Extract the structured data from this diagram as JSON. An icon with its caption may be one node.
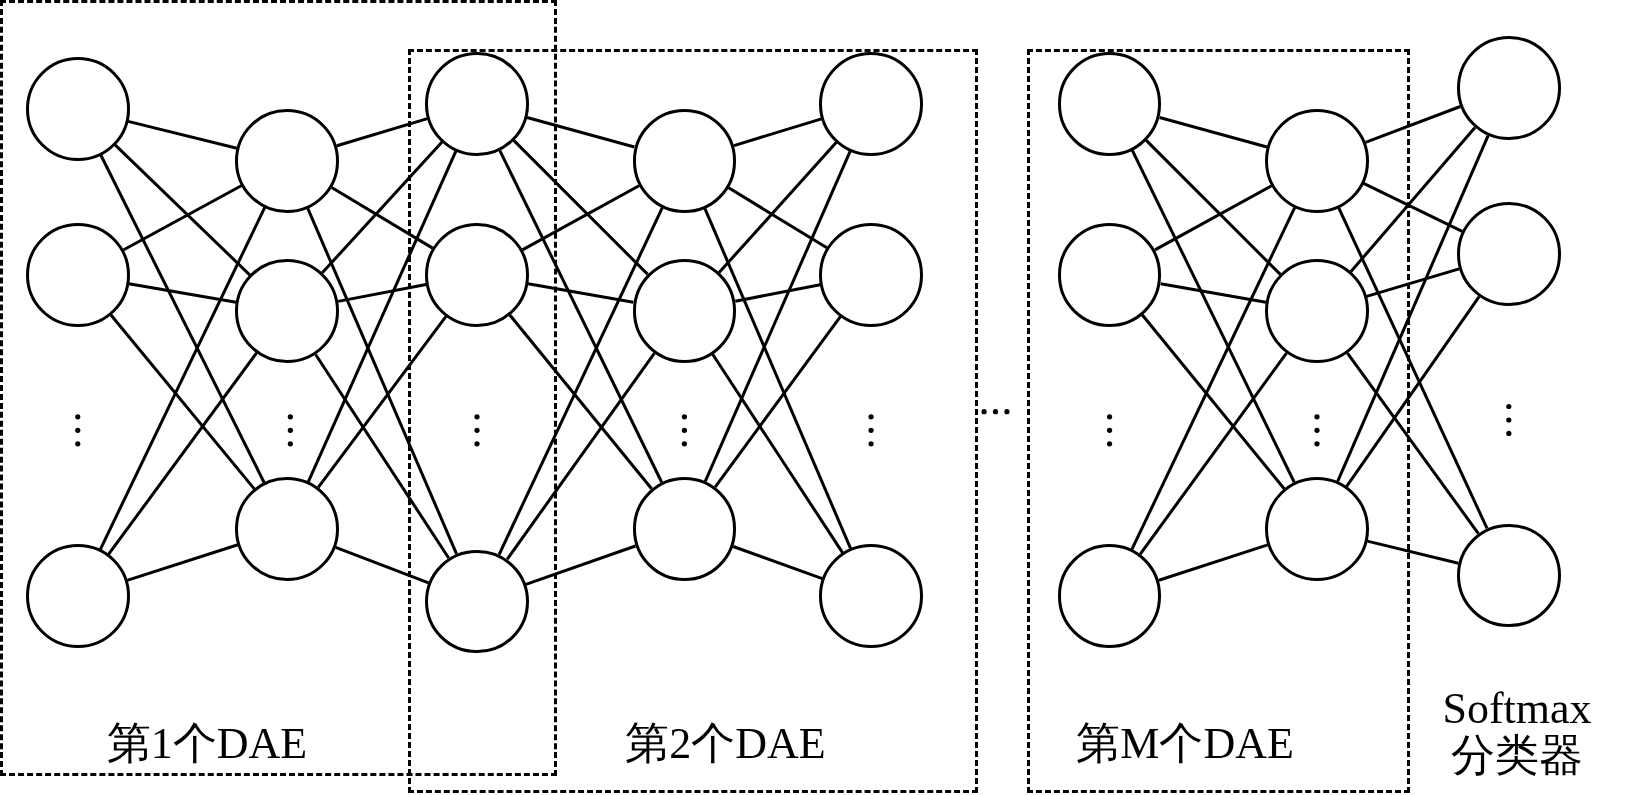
{
  "diagram": {
    "nodes": [
      {
        "text": [
          "第1个DAE"
        ]
      },
      {
        "text": [],
        "shape": "circle",
        "in": 0
      },
      {
        "text": [],
        "shape": "circle",
        "in": 0
      },
      {
        "text": [],
        "shape": "circle",
        "in": 0
      },
      {
        "text": [],
        "shape": "circle",
        "in": 0
      },
      {
        "text": [],
        "shape": "circle",
        "in": 0
      },
      {
        "text": [],
        "shape": "circle",
        "in": 0
      },
      {
        "text": [
          "第2个DAE"
        ]
      },
      {
        "text": [],
        "shape": "circle"
      },
      {
        "text": [],
        "shape": "circle"
      },
      {
        "text": [],
        "shape": "circle"
      },
      {
        "text": [],
        "shape": "circle",
        "in": 7
      },
      {
        "text": [],
        "shape": "circle",
        "in": 7
      },
      {
        "text": [],
        "shape": "circle",
        "in": 7
      },
      {
        "text": [],
        "shape": "circle",
        "in": 7
      },
      {
        "text": [],
        "shape": "circle",
        "in": 7
      },
      {
        "text": [],
        "shape": "circle",
        "in": 7
      },
      {
        "text": [
          "第M个DAE"
        ]
      },
      {
        "text": [],
        "shape": "circle",
        "in": 17
      },
      {
        "text": [],
        "shape": "circle",
        "in": 17
      },
      {
        "text": [],
        "shape": "circle",
        "in": 17
      },
      {
        "text": [],
        "shape": "circle",
        "in": 17
      },
      {
        "text": [],
        "shape": "circle",
        "in": 17
      },
      {
        "text": [],
        "shape": "circle",
        "in": 17
      },
      {
        "text": [],
        "shape": "circle"
      },
      {
        "text": [],
        "shape": "circle"
      },
      {
        "text": [],
        "shape": "circle"
      }
    ],
    "edges": [
      {
        "from": 1,
        "to": 4,
        "arrow": "none"
      },
      {
        "from": 1,
        "to": 5,
        "arrow": "none"
      },
      {
        "from": 1,
        "to": 6,
        "arrow": "none"
      },
      {
        "from": 2,
        "to": 4,
        "arrow": "none"
      },
      {
        "from": 2,
        "to": 5,
        "arrow": "none"
      },
      {
        "from": 2,
        "to": 6,
        "arrow": "none"
      },
      {
        "from": 3,
        "to": 4,
        "arrow": "none"
      },
      {
        "from": 3,
        "to": 5,
        "arrow": "none"
      },
      {
        "from": 3,
        "to": 6,
        "arrow": "none"
      },
      {
        "from": 4,
        "to": 8,
        "arrow": "none"
      },
      {
        "from": 4,
        "to": 9,
        "arrow": "none"
      },
      {
        "from": 4,
        "to": 10,
        "arrow": "none"
      },
      {
        "from": 5,
        "to": 8,
        "arrow": "none"
      },
      {
        "from": 5,
        "to": 9,
        "arrow": "none"
      },
      {
        "from": 5,
        "to": 10,
        "arrow": "none"
      },
      {
        "from": 6,
        "to": 8,
        "arrow": "none"
      },
      {
        "from": 6,
        "to": 9,
        "arrow": "none"
      },
      {
        "from": 6,
        "to": 10,
        "arrow": "none"
      },
      {
        "from": 8,
        "to": 11,
        "arrow": "none"
      },
      {
        "from": 8,
        "to": 12,
        "arrow": "none"
      },
      {
        "from": 8,
        "to": 13,
        "arrow": "none"
      },
      {
        "from": 9,
        "to": 11,
        "arrow": "none"
      },
      {
        "from": 9,
        "to": 12,
        "arrow": "none"
      },
      {
        "from": 9,
        "to": 13,
        "arrow": "none"
      },
      {
        "from": 10,
        "to": 11,
        "arrow": "none"
      },
      {
        "from": 10,
        "to": 12,
        "arrow": "none"
      },
      {
        "from": 10,
        "to": 13,
        "arrow": "none"
      },
      {
        "from": 11,
        "to": 14,
        "arrow": "none"
      },
      {
        "from": 11,
        "to": 15,
        "arrow": "none"
      },
      {
        "from": 11,
        "to": 16,
        "arrow": "none"
      },
      {
        "from": 12,
        "to": 14,
        "arrow": "none"
      },
      {
        "from": 12,
        "to": 15,
        "arrow": "none"
      },
      {
        "from": 12,
        "to": 16,
        "arrow": "none"
      },
      {
        "from": 13,
        "to": 14,
        "arrow": "none"
      },
      {
        "from": 13,
        "to": 15,
        "arrow": "none"
      },
      {
        "from": 13,
        "to": 16,
        "arrow": "none"
      },
      {
        "from": 18,
        "to": 21,
        "arrow": "none"
      },
      {
        "from": 18,
        "to": 22,
        "arrow": "none"
      },
      {
        "from": 18,
        "to": 23,
        "arrow": "none"
      },
      {
        "from": 19,
        "to": 21,
        "arrow": "none"
      },
      {
        "from": 19,
        "to": 22,
        "arrow": "none"
      },
      {
        "from": 19,
        "to": 23,
        "arrow": "none"
      },
      {
        "from": 20,
        "to": 21,
        "arrow": "none"
      },
      {
        "from": 20,
        "to": 22,
        "arrow": "none"
      },
      {
        "from": 20,
        "to": 23,
        "arrow": "none"
      },
      {
        "from": 21,
        "to": 24,
        "arrow": "none"
      },
      {
        "from": 21,
        "to": 25,
        "arrow": "none"
      },
      {
        "from": 21,
        "to": 26,
        "arrow": "none"
      },
      {
        "from": 22,
        "to": 24,
        "arrow": "none"
      },
      {
        "from": 22,
        "to": 25,
        "arrow": "none"
      },
      {
        "from": 22,
        "to": 26,
        "arrow": "none"
      },
      {
        "from": 23,
        "to": 24,
        "arrow": "none"
      },
      {
        "from": 23,
        "to": 25,
        "arrow": "none"
      },
      {
        "from": 23,
        "to": 26,
        "arrow": "none"
      }
    ],
    "labels": [
      "Softmax 分类器"
    ]
  }
}
